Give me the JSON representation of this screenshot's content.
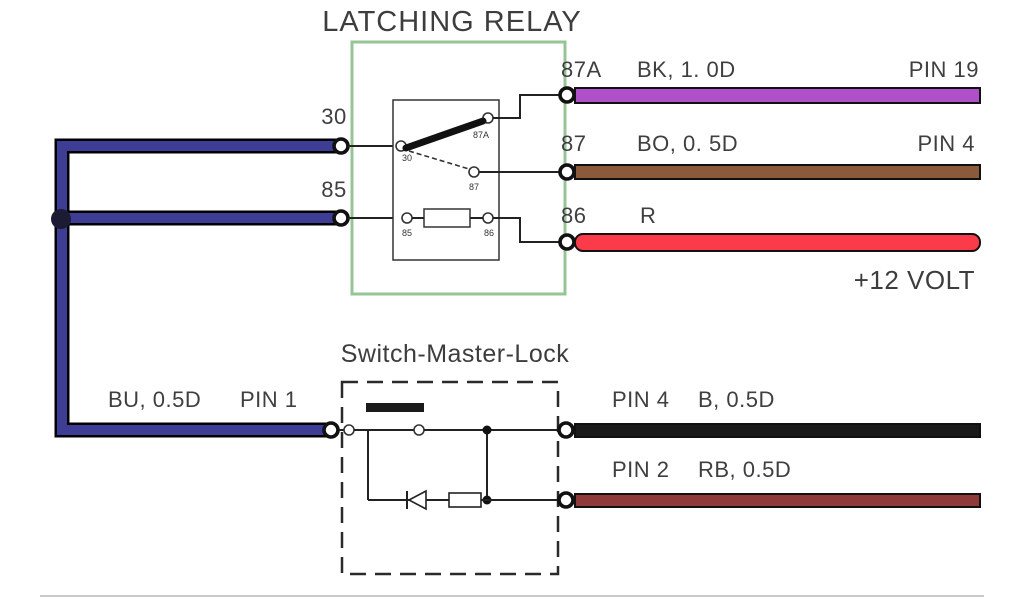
{
  "diagram": {
    "colors": {
      "blue": "#3d3d96",
      "purple": "#b050c8",
      "brown": "#8b5a3b",
      "red": "#fb3b49",
      "black_wire": "#1a1a1a",
      "dark_red": "#8e3a3a",
      "relay_border": "#97c497",
      "junction": "#1b1b33"
    },
    "relay": {
      "title": "LATCHING RELAY",
      "left_terminals": [
        {
          "label": "30"
        },
        {
          "label": "85"
        }
      ],
      "inner_labels": {
        "t30": "30",
        "t87a": "87A",
        "t87": "87",
        "t85": "85",
        "t86": "86"
      },
      "outputs": [
        {
          "terminal": "87A",
          "wire_code": "BK, 1. 0D",
          "pin": "PIN 19"
        },
        {
          "terminal": "87",
          "wire_code": "BO, 0. 5D",
          "pin": "PIN 4"
        },
        {
          "terminal": "86",
          "wire_code": "R"
        }
      ],
      "supply_label": "+12 VOLT"
    },
    "switch": {
      "title": "Switch-Master-Lock",
      "input": {
        "wire_code": "BU, 0.5D",
        "pin": "PIN 1"
      },
      "outputs": [
        {
          "pin": "PIN 4",
          "wire_code": "B, 0.5D"
        },
        {
          "pin": "PIN 2",
          "wire_code": "RB, 0.5D"
        }
      ]
    }
  }
}
